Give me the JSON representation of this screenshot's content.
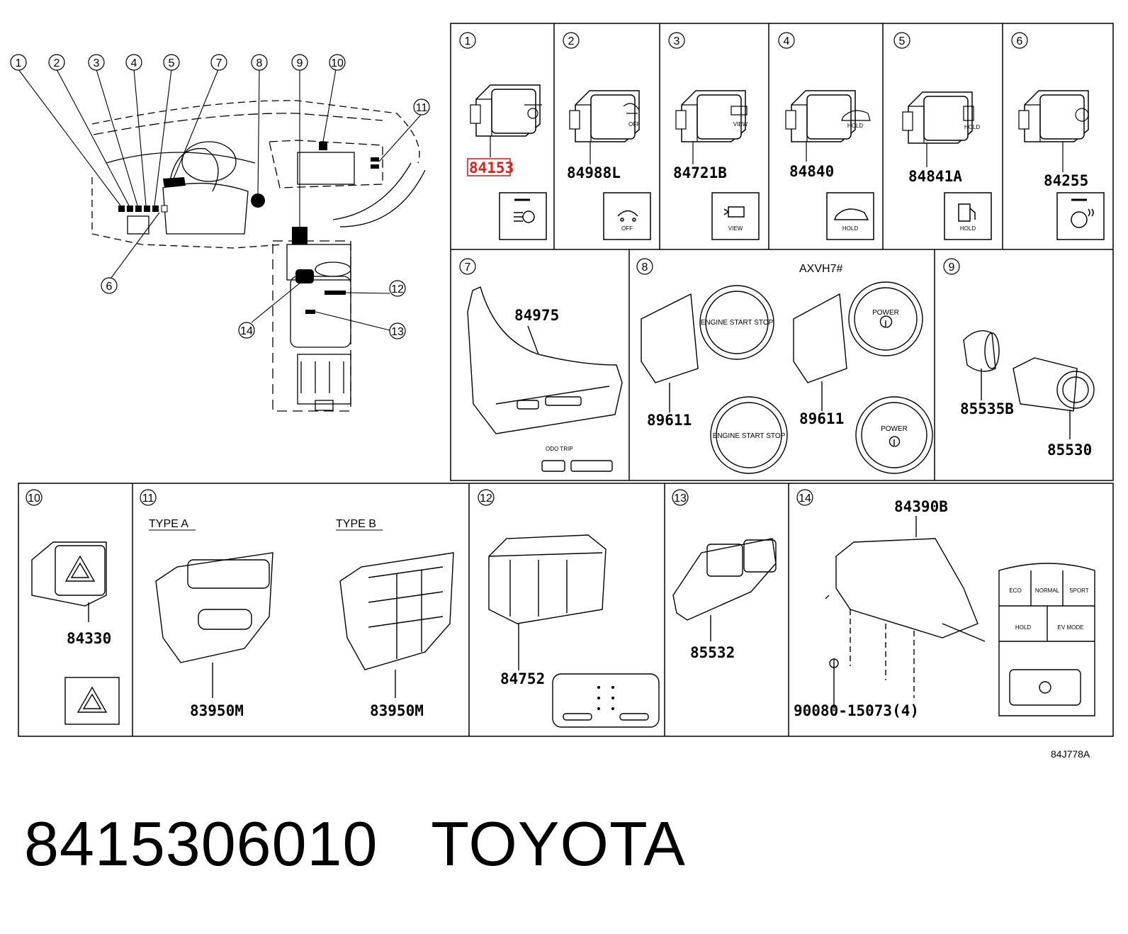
{
  "overview": {
    "callouts": [
      "1",
      "2",
      "3",
      "4",
      "5",
      "7",
      "8",
      "9",
      "10",
      "11",
      "6",
      "12",
      "13",
      "14"
    ]
  },
  "panels": [
    {
      "id": "1",
      "part": "84153",
      "highlight": true
    },
    {
      "id": "2",
      "part": "84988L",
      "icon_text": "OFF"
    },
    {
      "id": "3",
      "part": "84721B",
      "icon_text": "VIEW"
    },
    {
      "id": "4",
      "part": "84840",
      "icon_text": "HOLD"
    },
    {
      "id": "5",
      "part": "84841A",
      "icon_text": "HOLD"
    },
    {
      "id": "6",
      "part": "84255"
    },
    {
      "id": "7",
      "part": "84975",
      "labels": [
        "ODO TRIP"
      ]
    },
    {
      "id": "8",
      "variant": "AXVH7#",
      "parts": [
        "89611",
        "89611"
      ],
      "labels": [
        "ENGINE START STOP",
        "POWER"
      ]
    },
    {
      "id": "9",
      "parts": [
        "85535B",
        "85530"
      ]
    },
    {
      "id": "10",
      "part": "84330"
    },
    {
      "id": "11",
      "types": [
        "TYPE A",
        "TYPE B"
      ],
      "parts": [
        "83950M",
        "83950M"
      ]
    },
    {
      "id": "12",
      "part": "84752"
    },
    {
      "id": "13",
      "part": "85532"
    },
    {
      "id": "14",
      "parts": [
        "84390B",
        "90080-15073(4)"
      ],
      "labels": [
        "ECO",
        "NORMAL",
        "SPORT",
        "HOLD",
        "EV MODE"
      ]
    }
  ],
  "diagram_code": "84J778A",
  "footer": {
    "part_number": "8415306010",
    "brand": "TOYOTA"
  },
  "colors": {
    "highlight": "#e0201c",
    "line": "#000000"
  }
}
